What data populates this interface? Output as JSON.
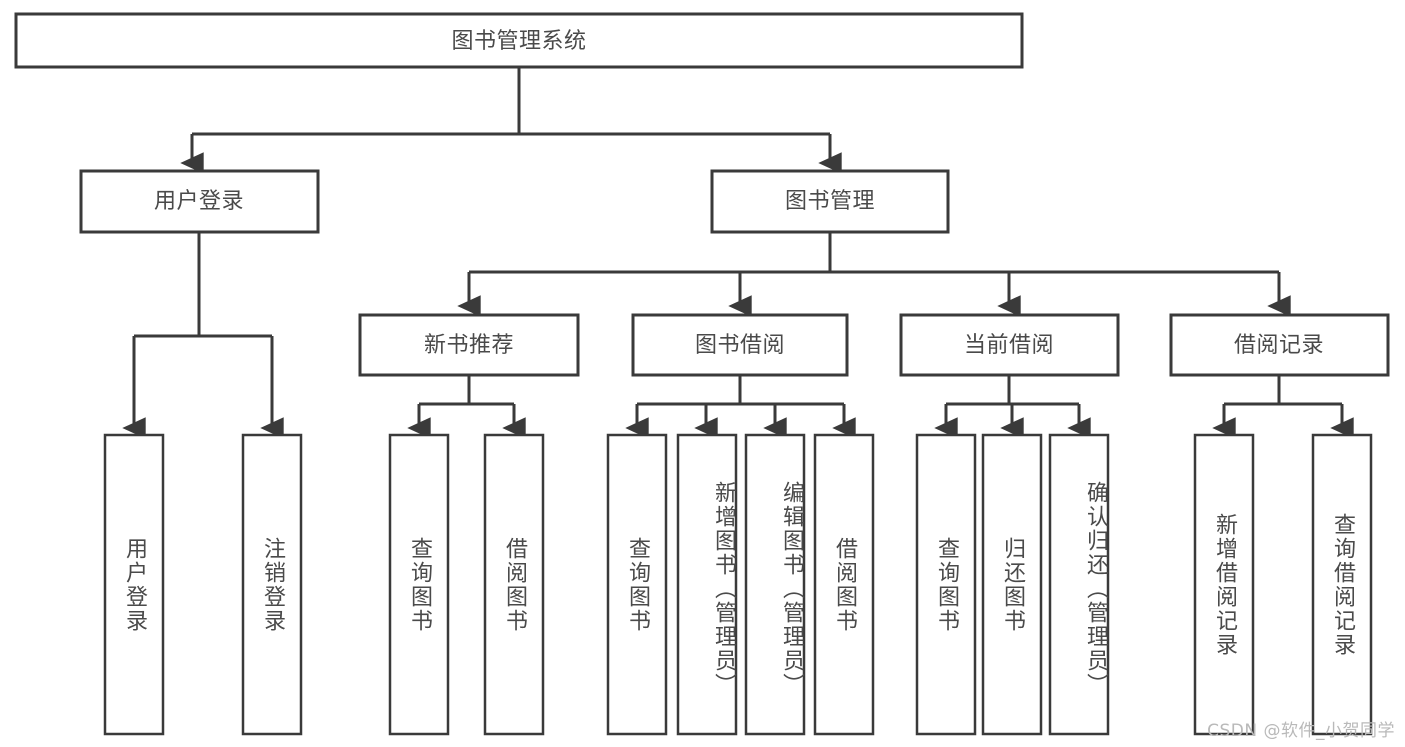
{
  "diagram": {
    "title": "图书管理系统",
    "type": "hierarchy-tree",
    "root": {
      "id": "root",
      "label": "图书管理系统",
      "orientation": "horizontal"
    },
    "level2": [
      {
        "id": "user-login",
        "label": "用户登录",
        "orientation": "horizontal"
      },
      {
        "id": "book-manage",
        "label": "图书管理",
        "orientation": "horizontal"
      }
    ],
    "level3": [
      {
        "id": "new-book-recommend",
        "label": "新书推荐",
        "parent": "book-manage",
        "orientation": "horizontal"
      },
      {
        "id": "book-borrow",
        "label": "图书借阅",
        "parent": "book-manage",
        "orientation": "horizontal"
      },
      {
        "id": "current-borrow",
        "label": "当前借阅",
        "parent": "book-manage",
        "orientation": "horizontal"
      },
      {
        "id": "borrow-record",
        "label": "借阅记录",
        "parent": "book-manage",
        "orientation": "horizontal"
      }
    ],
    "leaves": [
      {
        "id": "leaf-user-login",
        "label": "用户登录",
        "parent": "user-login",
        "orientation": "vertical"
      },
      {
        "id": "leaf-user-logout",
        "label": "注销登录",
        "parent": "user-login",
        "orientation": "vertical"
      },
      {
        "id": "leaf-query-book-1",
        "label": "查询图书",
        "parent": "new-book-recommend",
        "orientation": "vertical"
      },
      {
        "id": "leaf-borrow-book-1",
        "label": "借阅图书",
        "parent": "new-book-recommend",
        "orientation": "vertical"
      },
      {
        "id": "leaf-query-book-2",
        "label": "查询图书",
        "parent": "book-borrow",
        "orientation": "vertical"
      },
      {
        "id": "leaf-add-book",
        "label": "新增图书（管理员）",
        "parent": "book-borrow",
        "orientation": "vertical"
      },
      {
        "id": "leaf-edit-book",
        "label": "编辑图书（管理员）",
        "parent": "book-borrow",
        "orientation": "vertical"
      },
      {
        "id": "leaf-borrow-book-2",
        "label": "借阅图书",
        "parent": "book-borrow",
        "orientation": "vertical"
      },
      {
        "id": "leaf-query-book-3",
        "label": "查询图书",
        "parent": "current-borrow",
        "orientation": "vertical"
      },
      {
        "id": "leaf-return-book",
        "label": "归还图书",
        "parent": "current-borrow",
        "orientation": "vertical"
      },
      {
        "id": "leaf-confirm-return",
        "label": "确认归还（管理员）",
        "parent": "current-borrow",
        "orientation": "vertical"
      },
      {
        "id": "leaf-add-record",
        "label": "新增借阅记录",
        "parent": "borrow-record",
        "orientation": "vertical"
      },
      {
        "id": "leaf-query-record",
        "label": "查询借阅记录",
        "parent": "borrow-record",
        "orientation": "vertical"
      }
    ],
    "colors": {
      "box_border": "#3a3a3a",
      "box_fill": "#ffffff",
      "text": "#4a4a4a",
      "edge": "#3a3a3a",
      "background": "#ffffff",
      "watermark": "#b9b9b9"
    }
  },
  "watermark": {
    "text": "CSDN @软件_小贺同学"
  }
}
